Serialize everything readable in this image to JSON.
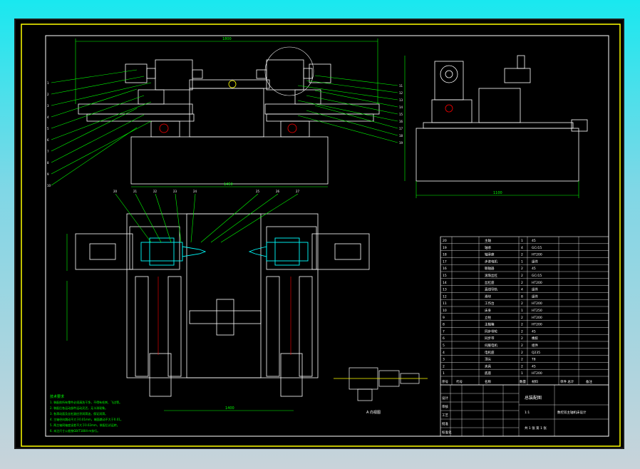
{
  "colors": {
    "background": "#000000",
    "outer_frame": "#ffff00",
    "inner_frame": "#ffffff",
    "leader": "#00ff00",
    "dimension": "#00ff00",
    "cyan_part": "#00ffff",
    "red_part": "#ff0000",
    "magenta_text": "#ff00ff",
    "table_text": "#ffff00"
  },
  "dimensions": {
    "top_width": "1800",
    "base_width": "1450",
    "side_base_width": "1100",
    "bottom_width": "1400"
  },
  "leaders_left": [
    "1",
    "2",
    "3",
    "4",
    "5",
    "6",
    "7",
    "8",
    "9",
    "10"
  ],
  "leaders_right": [
    "11",
    "12",
    "13",
    "14",
    "15",
    "16",
    "17",
    "18",
    "19"
  ],
  "section_callouts": [
    "20",
    "21",
    "22",
    "23",
    "24",
    "25",
    "26",
    "27"
  ],
  "view_label": "A 向视图",
  "tech_requirements": {
    "title": "技术要求",
    "lines": [
      "1. 装配前所有零件必须清洗干净，不得有毛刺、飞边等。",
      "2. 装配后各运动部件运动灵活，无卡滞现象。",
      "3. 各滑动面及丝杠副应涂润滑油，保证润滑。",
      "4. 主轴径向跳动不大于0.01mm，端面跳动不大于0.01。",
      "5. 两主轴同轴度误差不大于0.02mm，装配后试运转。",
      "6. 未注尺寸公差按GB/T1804-m执行。"
    ]
  },
  "bom_rows": [
    {
      "no": "20",
      "name": "主轴",
      "qty": "1",
      "mat": "45"
    },
    {
      "no": "19",
      "name": "轴承",
      "qty": "4",
      "mat": "GCr15"
    },
    {
      "no": "18",
      "name": "轴承座",
      "qty": "2",
      "mat": "HT200"
    },
    {
      "no": "17",
      "name": "步进电机",
      "qty": "1",
      "mat": "组件"
    },
    {
      "no": "16",
      "name": "联轴器",
      "qty": "2",
      "mat": "45"
    },
    {
      "no": "15",
      "name": "滚珠丝杠",
      "qty": "2",
      "mat": "GCr15"
    },
    {
      "no": "14",
      "name": "丝杠座",
      "qty": "2",
      "mat": "HT200"
    },
    {
      "no": "13",
      "name": "直线导轨",
      "qty": "4",
      "mat": "组件"
    },
    {
      "no": "12",
      "name": "滑块",
      "qty": "8",
      "mat": "组件"
    },
    {
      "no": "11",
      "name": "工作台",
      "qty": "2",
      "mat": "HT200"
    },
    {
      "no": "10",
      "name": "床身",
      "qty": "1",
      "mat": "HT250"
    },
    {
      "no": "9",
      "name": "立柱",
      "qty": "2",
      "mat": "HT200"
    },
    {
      "no": "8",
      "name": "主轴箱",
      "qty": "2",
      "mat": "HT200"
    },
    {
      "no": "7",
      "name": "同步带轮",
      "qty": "2",
      "mat": "45"
    },
    {
      "no": "6",
      "name": "同步带",
      "qty": "2",
      "mat": "橡胶"
    },
    {
      "no": "5",
      "name": "伺服电机",
      "qty": "2",
      "mat": "组件"
    },
    {
      "no": "4",
      "name": "电机座",
      "qty": "2",
      "mat": "Q235"
    },
    {
      "no": "3",
      "name": "顶尖",
      "qty": "2",
      "mat": "T8"
    },
    {
      "no": "2",
      "name": "夹具",
      "qty": "2",
      "mat": "45"
    },
    {
      "no": "1",
      "name": "底座",
      "qty": "1",
      "mat": "HT200"
    }
  ],
  "bom_header": {
    "no": "序号",
    "code": "代号",
    "name": "名称",
    "qty": "数量",
    "mat": "材料",
    "weight": "单件 总计",
    "note": "备注"
  },
  "title_block": {
    "title": "总装配图",
    "project": "数控双主轴机床设计",
    "scale": "1:1",
    "sheet": "共 1 张 第 1 张",
    "labels": [
      "设计",
      "审核",
      "工艺",
      "批准",
      "标准化"
    ]
  }
}
